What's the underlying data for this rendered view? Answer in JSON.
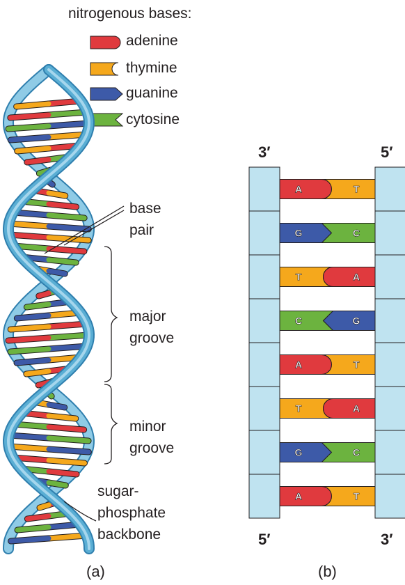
{
  "legend": {
    "title": "nitrogenous bases:",
    "items": [
      {
        "label": "adenine",
        "color": "#e03a3e",
        "icon": "adenine-shape-icon"
      },
      {
        "label": "thymine",
        "color": "#f5a81c",
        "icon": "thymine-shape-icon"
      },
      {
        "label": "guanine",
        "color": "#3d5aa8",
        "icon": "guanine-shape-icon"
      },
      {
        "label": "cytosine",
        "color": "#6cb33f",
        "icon": "cytosine-shape-icon"
      }
    ]
  },
  "panel_a": {
    "caption": "(a)",
    "labels": {
      "base_pair": [
        "base",
        "pair"
      ],
      "major_groove": [
        "major",
        "groove"
      ],
      "minor_groove": [
        "minor",
        "groove"
      ],
      "backbone": [
        "sugar-",
        "phosphate",
        "backbone"
      ]
    }
  },
  "panel_b": {
    "caption": "(b)",
    "left_top": "3′",
    "left_bottom": "5′",
    "right_top": "5′",
    "right_bottom": "3′",
    "pairs": [
      [
        "A",
        "T"
      ],
      [
        "G",
        "C"
      ],
      [
        "T",
        "A"
      ],
      [
        "C",
        "G"
      ],
      [
        "A",
        "T"
      ],
      [
        "T",
        "A"
      ],
      [
        "G",
        "C"
      ],
      [
        "A",
        "T"
      ]
    ]
  },
  "colors": {
    "adenine": "#e03a3e",
    "thymine": "#f5a81c",
    "guanine": "#3d5aa8",
    "cytosine": "#6cb33f",
    "backbone": "#bfe3f0",
    "helix": "#5aaed4"
  }
}
